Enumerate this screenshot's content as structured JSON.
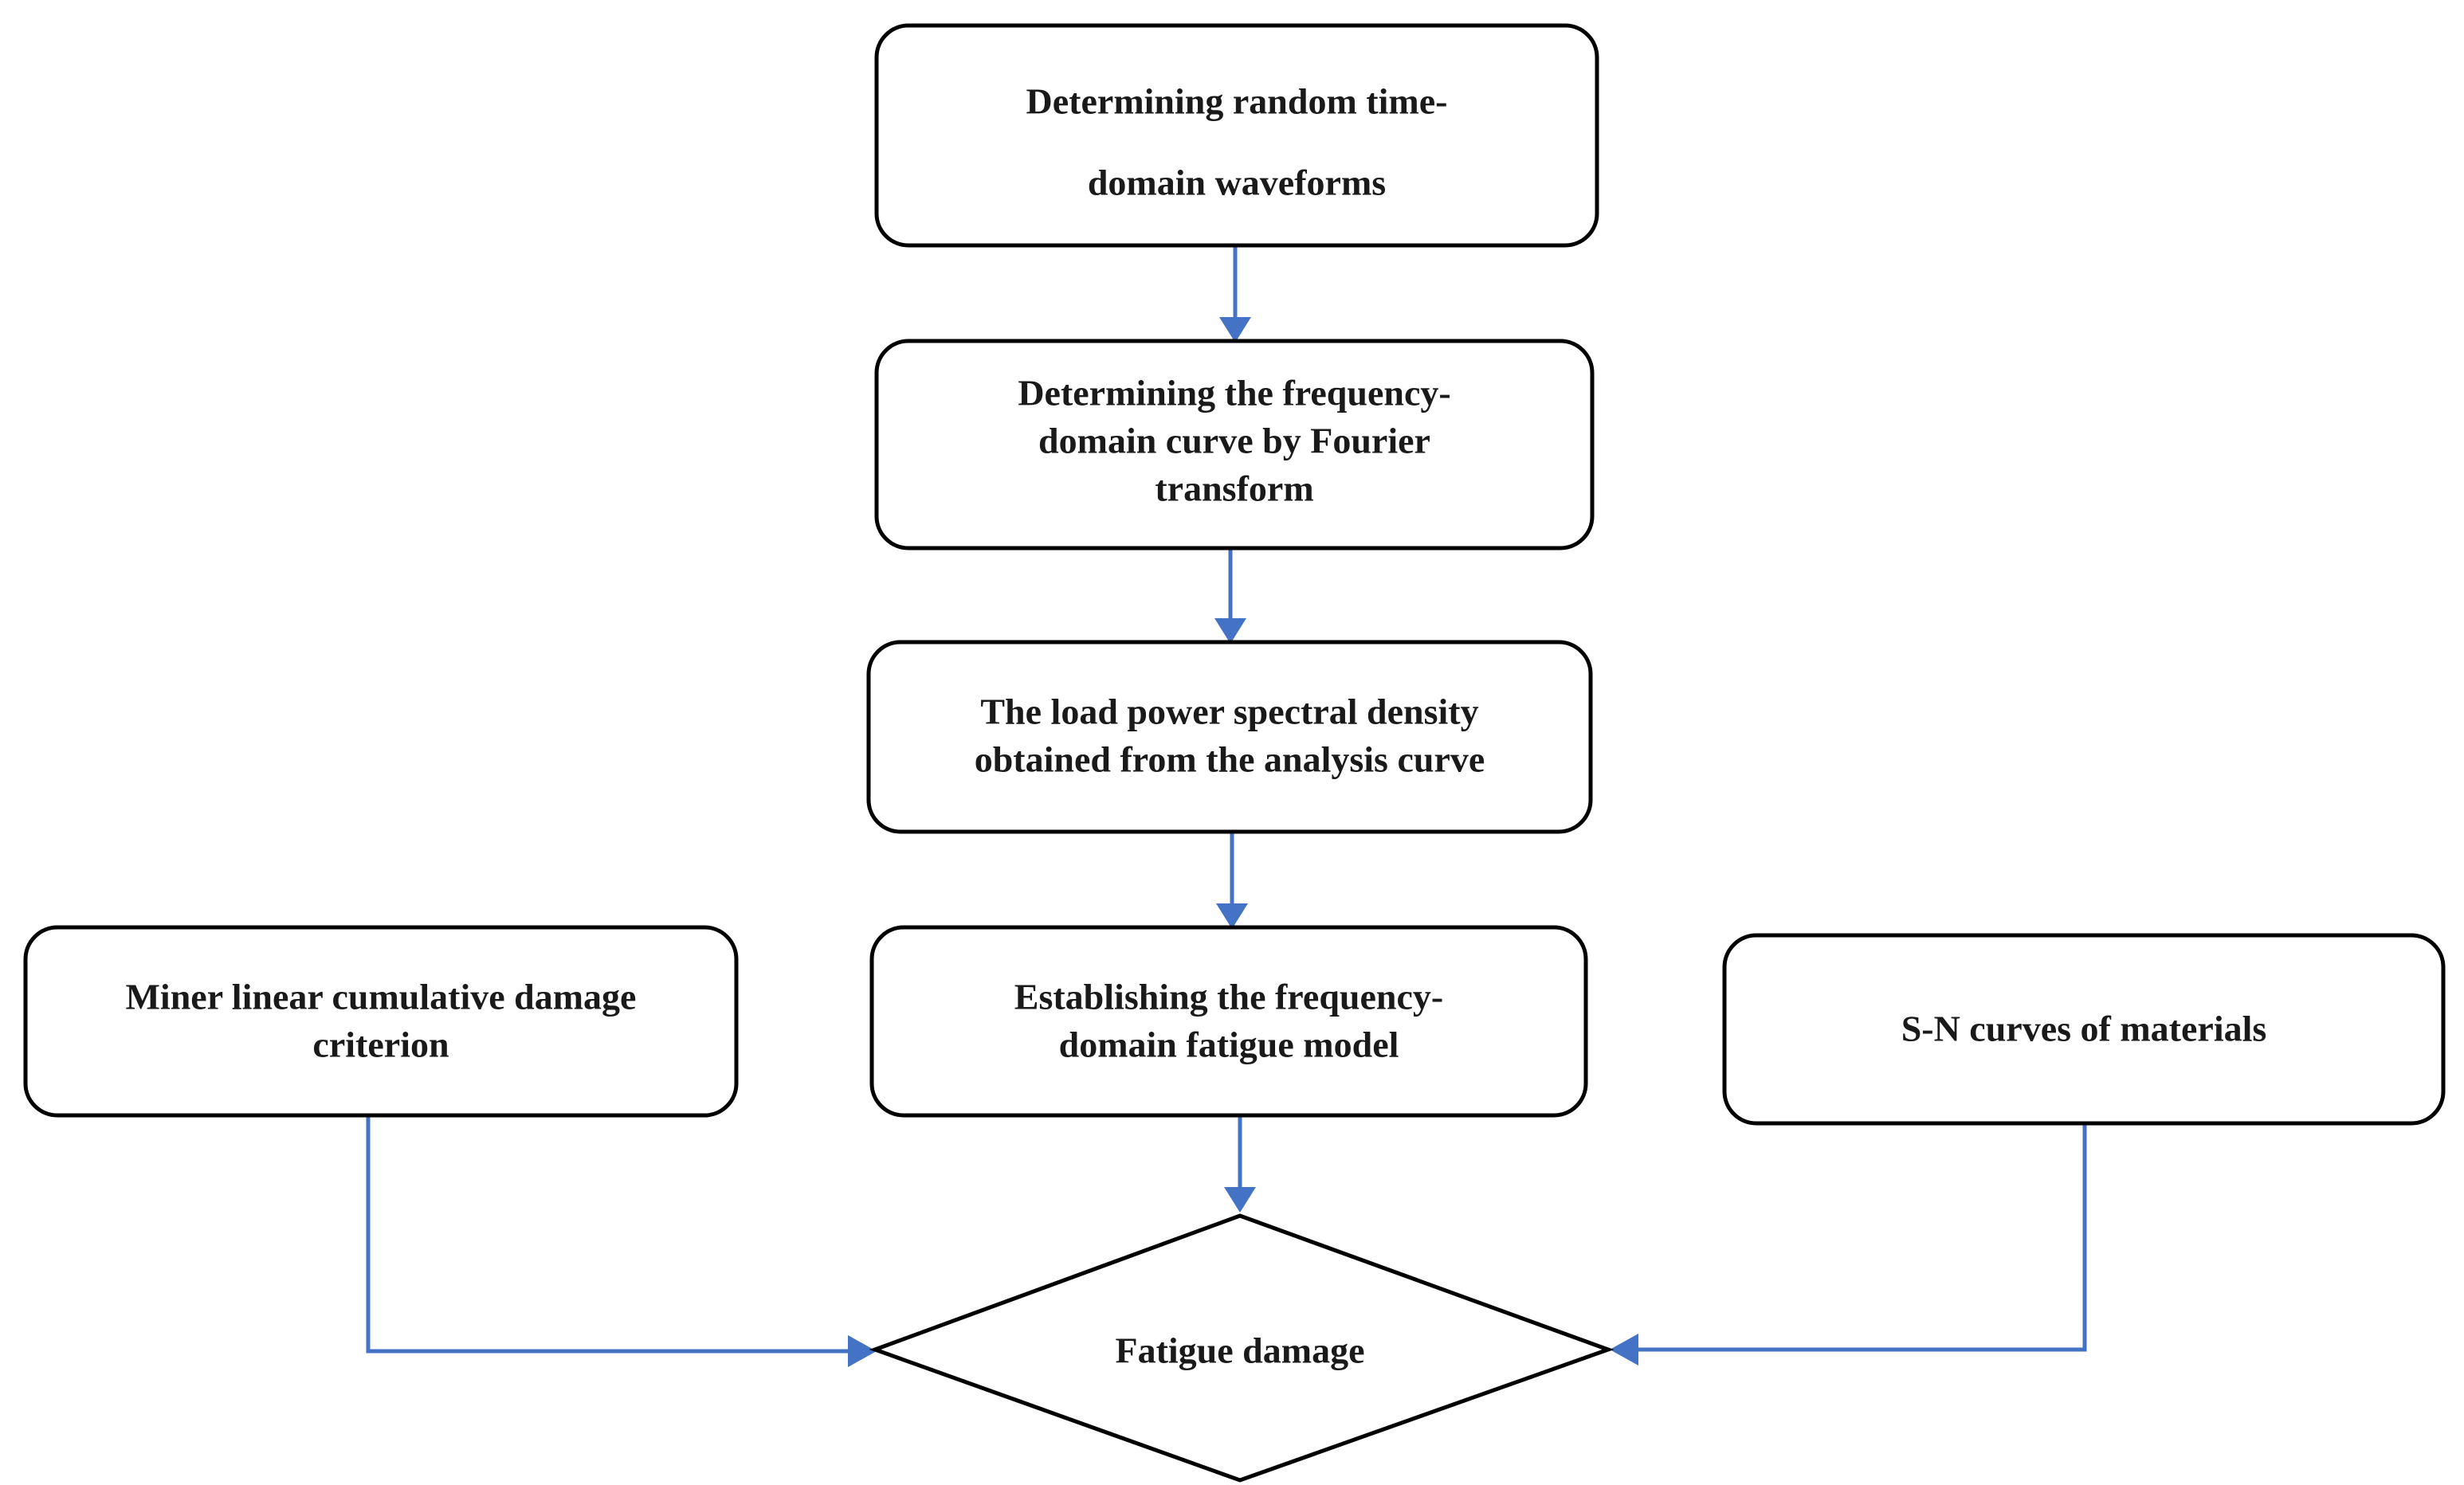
{
  "nodes": {
    "waveforms": {
      "lines": [
        "Determining random time-",
        "domain waveforms"
      ]
    },
    "fourier": {
      "lines": [
        "Determining the frequency-",
        "domain curve by Fourier",
        "transform"
      ]
    },
    "psd": {
      "lines": [
        "The load power spectral density",
        "obtained from the analysis curve"
      ]
    },
    "miner": {
      "lines": [
        "Miner linear cumulative damage",
        "criterion"
      ]
    },
    "model": {
      "lines": [
        "Establishing the frequency-",
        "domain fatigue model"
      ]
    },
    "sn": {
      "lines": [
        "S-N curves of materials"
      ]
    },
    "damage": {
      "lines": [
        "Fatigue damage"
      ]
    }
  },
  "colors": {
    "connector": "#4472c4",
    "box_stroke": "#000000",
    "text": "#1a1a1a"
  }
}
